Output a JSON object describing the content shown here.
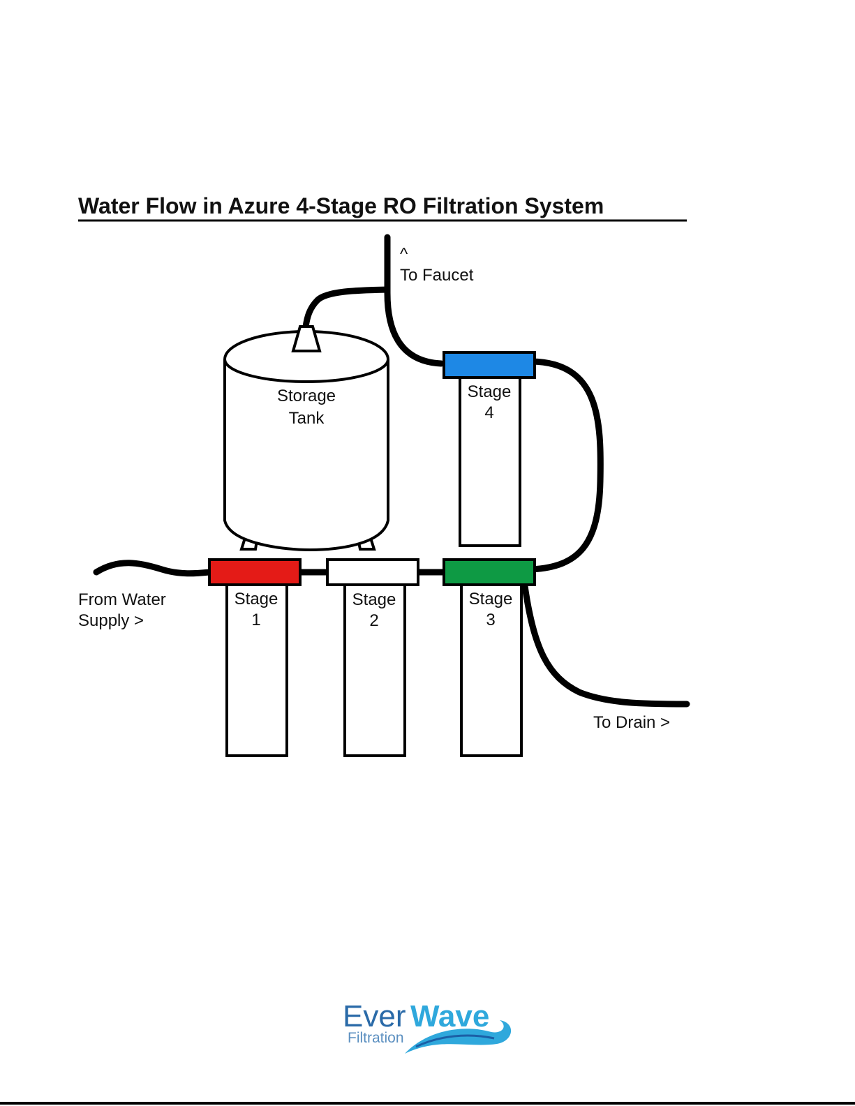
{
  "title": "Water Flow in Azure 4-Stage RO Filtration System",
  "labels": {
    "from_supply_line1": "From Water",
    "from_supply_line2": "Supply  >",
    "to_faucet_arrow": "^",
    "to_faucet": "To Faucet",
    "to_drain": "To Drain >",
    "tank_line1": "Storage",
    "tank_line2": "Tank"
  },
  "stages": [
    {
      "word": "Stage",
      "number": "1",
      "cap_color": "#e41b17"
    },
    {
      "word": "Stage",
      "number": "2",
      "cap_color": "#ffffff"
    },
    {
      "word": "Stage",
      "number": "3",
      "cap_color": "#0e9a44"
    },
    {
      "word": "Stage",
      "number": "4",
      "cap_color": "#1e88e5"
    }
  ],
  "logo": {
    "ever": "Ever",
    "wave": "Wave",
    "sub": "Filtration"
  }
}
